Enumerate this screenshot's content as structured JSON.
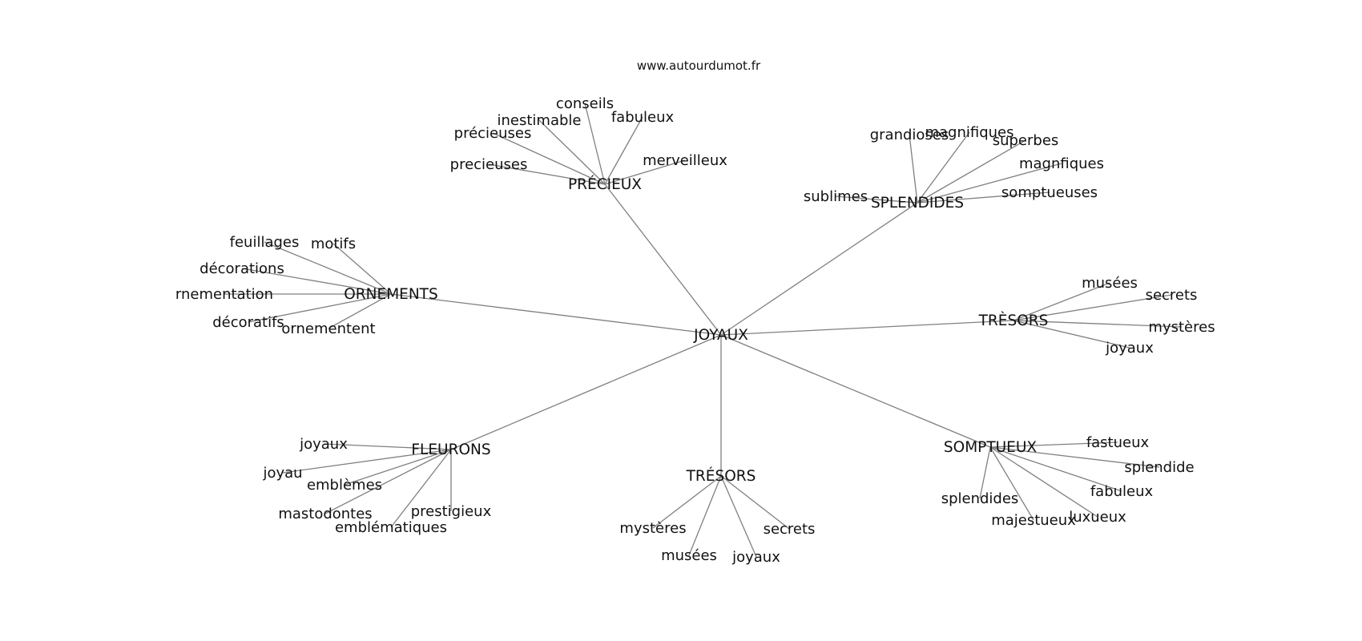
{
  "source": "www.autourdumot.fr",
  "center": "JOYAUX",
  "groups": [
    {
      "hub": "PRÉCIEUX",
      "leaves": [
        "précieuses",
        "inestimable",
        "conseils",
        "fabuleux",
        "precieuses",
        "merveilleux"
      ]
    },
    {
      "hub": "SPLENDIDES",
      "leaves": [
        "grandioses",
        "magnifiques",
        "superbes",
        "magnfiques",
        "somptueuses",
        "sublimes"
      ]
    },
    {
      "hub": "ORNEMENTS",
      "leaves": [
        "feuillages",
        "motifs",
        "décorations",
        "rnementation",
        "décoratifs",
        "ornementent"
      ]
    },
    {
      "hub": "TRÈSORS",
      "leaves": [
        "musées",
        "secrets",
        "mystères",
        "joyaux"
      ]
    },
    {
      "hub": "FLEURONS",
      "leaves": [
        "joyaux",
        "joyau",
        "emblèmes",
        "mastodontes",
        "emblématiques",
        "prestigieux"
      ]
    },
    {
      "hub": "TRÉSORS",
      "leaves": [
        "mystères",
        "musées",
        "joyaux",
        "secrets"
      ]
    },
    {
      "hub": "SOMPTUEUX",
      "leaves": [
        "fastueux",
        "splendide",
        "fabuleux",
        "luxueux",
        "majestueux",
        "splendides"
      ]
    }
  ]
}
